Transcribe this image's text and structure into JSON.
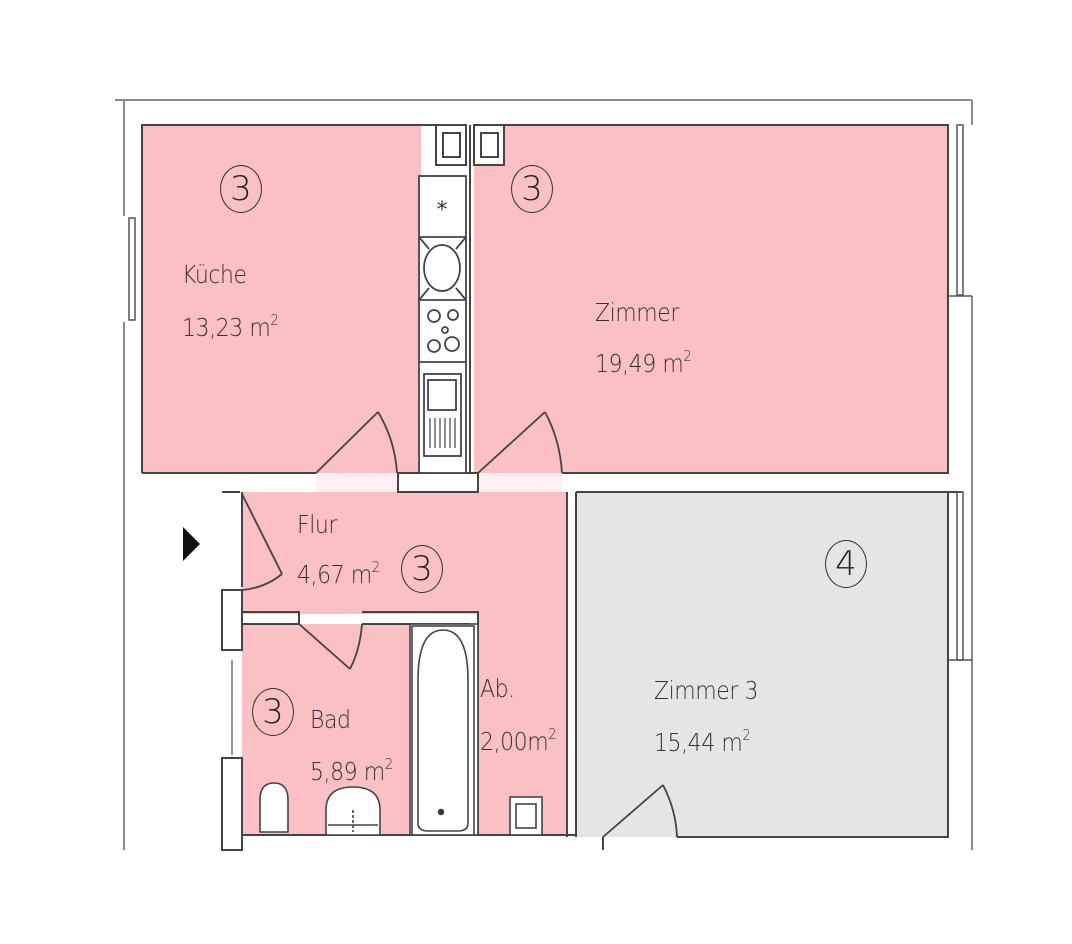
{
  "plan": {
    "colors": {
      "category_3_fill": "#fac0c3",
      "category_4_fill": "#e5e5e5",
      "wall": "#555555"
    },
    "entrance_marker": "entry-arrow-icon",
    "rooms": [
      {
        "id": "kueche",
        "name": "Küche",
        "area": "13,23 m",
        "unit_sup": "2",
        "category": "3"
      },
      {
        "id": "zimmer",
        "name": "Zimmer",
        "area": "19,49 m",
        "unit_sup": "2",
        "category": "3"
      },
      {
        "id": "flur",
        "name": "Flur",
        "area": "4,67 m",
        "unit_sup": "2",
        "category": "3"
      },
      {
        "id": "bad",
        "name": "Bad",
        "area": "5,89 m",
        "unit_sup": "2",
        "category": "3"
      },
      {
        "id": "abstellraum",
        "name": "Ab.",
        "area": "2,00m",
        "unit_sup": "2",
        "category": "3"
      },
      {
        "id": "zimmer3",
        "name": "Zimmer 3",
        "area": "15,44 m",
        "unit_sup": "2",
        "category": "4"
      }
    ]
  }
}
